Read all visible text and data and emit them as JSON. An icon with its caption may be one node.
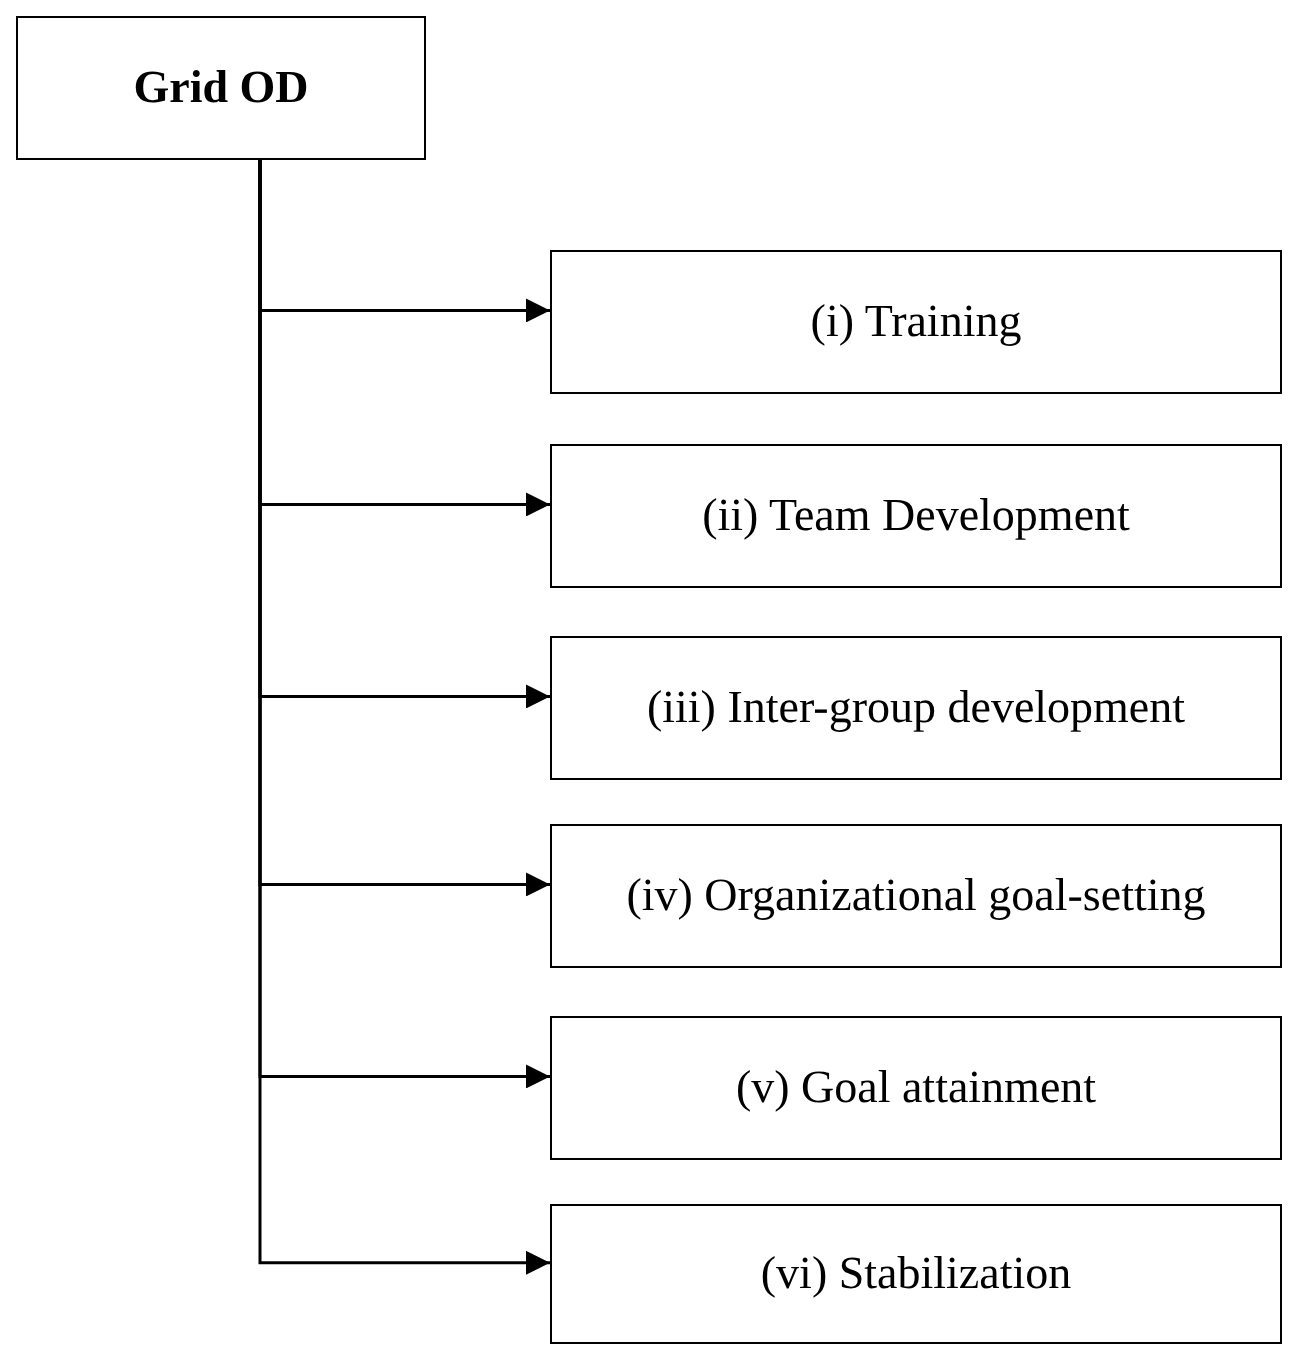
{
  "diagram": {
    "nodes": [
      {
        "text": [
          "Grid OD"
        ]
      },
      {
        "text": [
          "(i) Training"
        ]
      },
      {
        "text": [
          "(ii) Team Development"
        ]
      },
      {
        "text": [
          "(iii) Inter-group development"
        ]
      },
      {
        "text": [
          "(iv) Organizational goal-setting"
        ]
      },
      {
        "text": [
          "(v) Goal attainment"
        ]
      },
      {
        "text": [
          "(vi) Stabilization"
        ]
      }
    ],
    "edges": [
      {
        "from": 0,
        "to": 1,
        "arrow": "to"
      },
      {
        "from": 0,
        "to": 2,
        "arrow": "to"
      },
      {
        "from": 0,
        "to": 3,
        "arrow": "to"
      },
      {
        "from": 0,
        "to": 4,
        "arrow": "to"
      },
      {
        "from": 0,
        "to": 5,
        "arrow": "to"
      },
      {
        "from": 0,
        "to": 6,
        "arrow": "to"
      }
    ]
  }
}
